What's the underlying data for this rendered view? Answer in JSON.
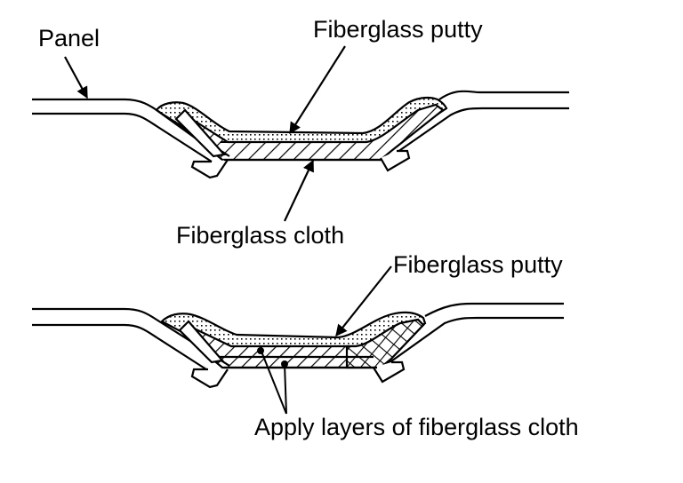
{
  "figure": {
    "title": "Fiberglass panel repair",
    "colors": {
      "ink": "#000000",
      "background": "#ffffff"
    },
    "top_diagram": {
      "labels": {
        "panel": "Panel",
        "putty": "Fiberglass putty",
        "cloth": "Fiberglass cloth"
      }
    },
    "bottom_diagram": {
      "labels": {
        "putty": "Fiberglass putty",
        "layers": "Apply layers of fiberglass cloth"
      }
    }
  }
}
